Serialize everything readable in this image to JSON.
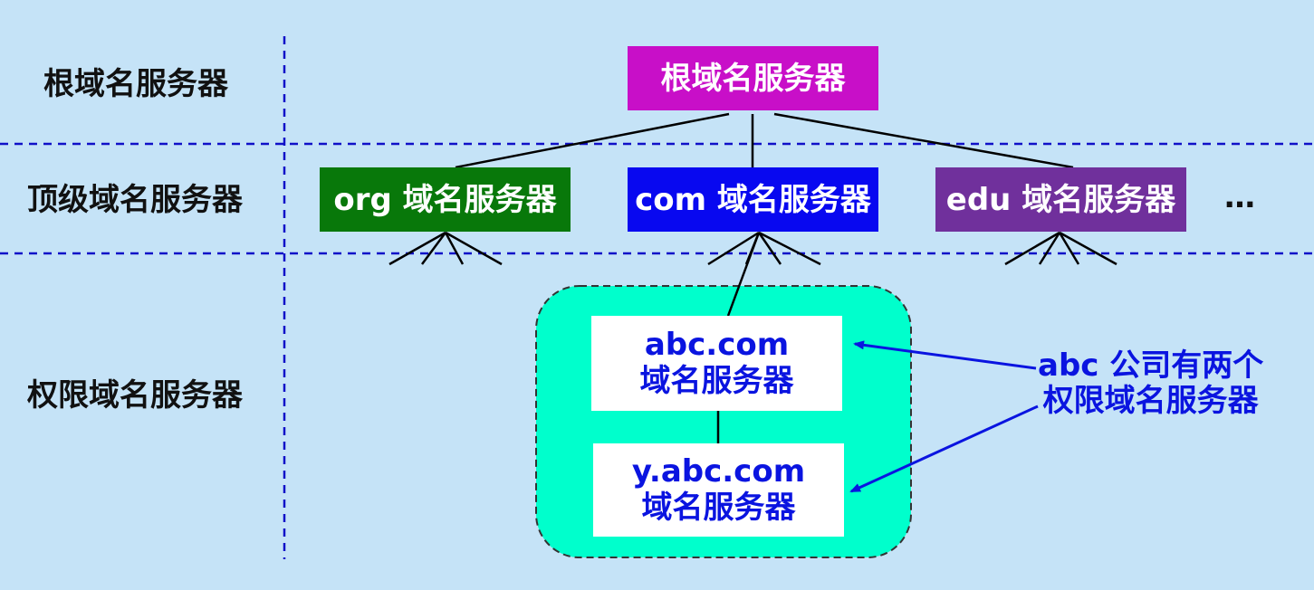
{
  "levels": {
    "root": "根域名服务器",
    "top": "顶级域名服务器",
    "auth": "权限域名服务器"
  },
  "servers": {
    "root": "根域名服务器",
    "org": "org 域名服务器",
    "com": "com 域名服务器",
    "edu": "edu 域名服务器",
    "more": "…"
  },
  "auth_servers": {
    "abc_line1": "abc.com",
    "abc_line2": "域名服务器",
    "yabc_line1": "y.abc.com",
    "yabc_line2": "域名服务器"
  },
  "note": {
    "line1": "abc 公司有两个",
    "line2": "权限域名服务器"
  },
  "colors": {
    "background": "#c5e3f7",
    "root_box": "#c80fc8",
    "org_box": "#08780a",
    "com_box": "#0808f0",
    "edu_box": "#70309c",
    "zone_fill": "#00ffcc",
    "annotation": "#0a14e0",
    "divider": "#1010c8"
  }
}
